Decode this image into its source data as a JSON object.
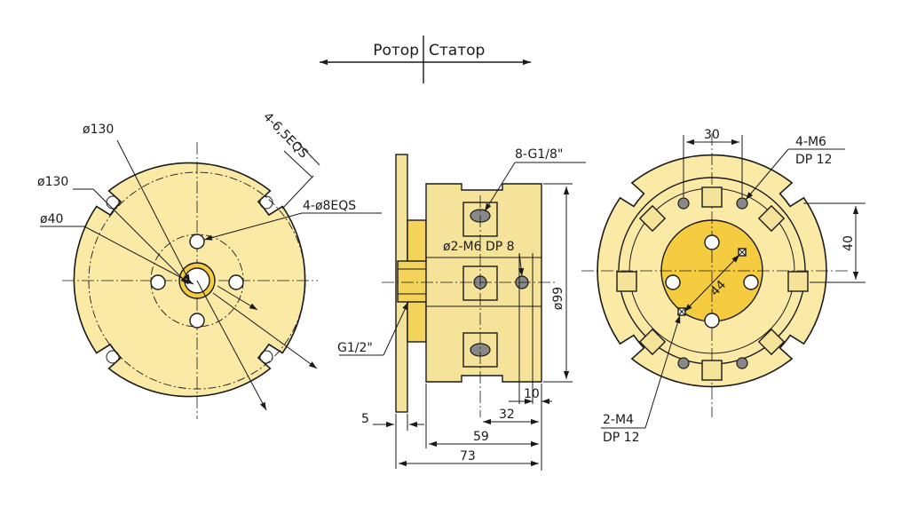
{
  "header": {
    "rotor_label": "Ротор",
    "stator_label": "Статор"
  },
  "left_view": {
    "label_dia130_top": "ø130",
    "label_dia130_left": "ø130",
    "label_dia40": "ø40",
    "label_slots": "4-6,5EQS",
    "label_holes": "4-ø8EQS"
  },
  "side_view": {
    "label_ports": "8-G1/8\"",
    "label_taps": "ø2-M6 DP 8",
    "label_dia99": "ø99",
    "label_g12": "G1/2\"",
    "dim_10": "10",
    "dim_32": "32",
    "dim_5": "5",
    "dim_59": "59",
    "dim_73": "73"
  },
  "right_view": {
    "dim_30": "30",
    "label_m6_line1": "4-M6",
    "label_m6_line2": "DP 12",
    "dim_40": "40",
    "dim_44": "44",
    "label_m4_line1": "2-M4",
    "label_m4_line2": "DP 12"
  },
  "colors": {
    "body_light": "#fbe9a6",
    "body_deep": "#f5cb3f",
    "outline": "#1a1a1a"
  }
}
